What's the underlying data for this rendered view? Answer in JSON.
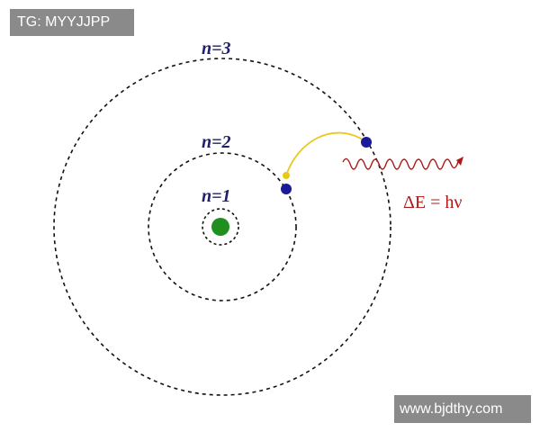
{
  "watermark_top": "TG: MYYJJPP",
  "watermark_bottom": "www.bjdthy.com",
  "orbits": [
    {
      "label": "n=1"
    },
    {
      "label": "n=2"
    },
    {
      "label": "n=3"
    }
  ],
  "equation": "ΔE = hν",
  "colors": {
    "nucleus": "#1f8f1f",
    "electron": "#1a1a9a",
    "transition_arc": "#e8c81a",
    "photon": "#b01818",
    "orbit": "#111111",
    "labels": "#1f1f6e"
  },
  "icons": {
    "nucleus": "green-dot",
    "electron": "blue-dot",
    "photon": "wavy-arrow"
  }
}
